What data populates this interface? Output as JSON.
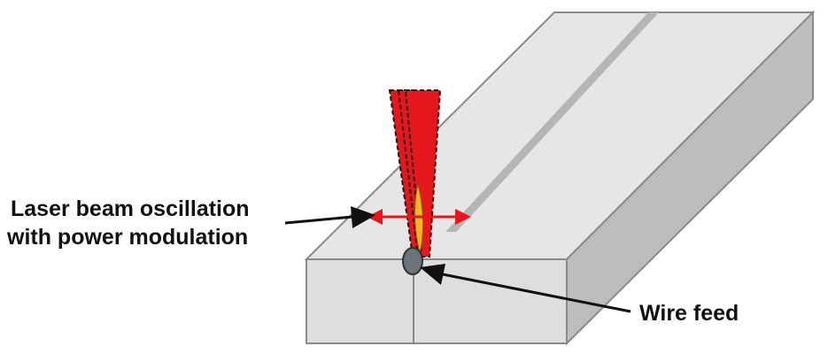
{
  "labels": {
    "oscillation_line1": "Laser beam oscillation",
    "oscillation_line2": "with power modulation",
    "wire_feed": "Wire feed"
  },
  "colors": {
    "background": "#ffffff",
    "plate_top": "#e6e6e6",
    "plate_front": "#dedede",
    "plate_side": "#bdbdbd",
    "plate_edge": "#8a8a8a",
    "weld_groove": "#b5b5b5",
    "laser_beam": "#e3171c",
    "laser_outline": "#2a1010",
    "keyhole_flame": "#f6b323",
    "wire": "#6e7378",
    "oscillation_arrow": "#e3171c",
    "pointer_arrow": "#111111",
    "text": "#111111"
  }
}
